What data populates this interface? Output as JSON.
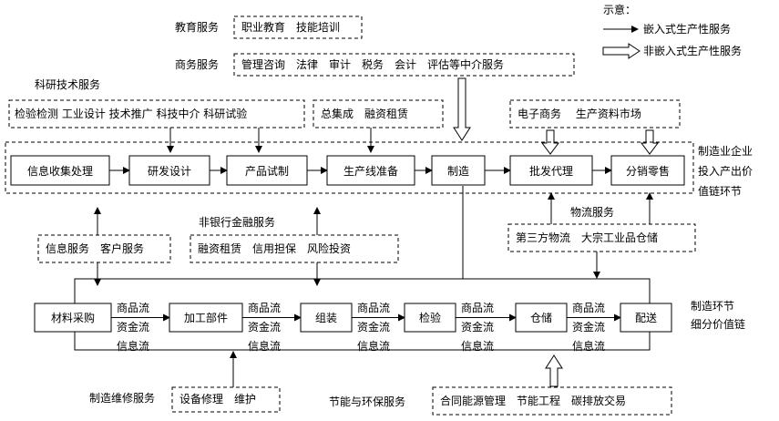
{
  "legend": {
    "title": "示意：",
    "embedded": "嵌入式生产性服务",
    "non_embedded": "非嵌入式生产性服务"
  },
  "top_services": {
    "education": {
      "label": "教育服务",
      "content": "职业教育　技能培训"
    },
    "business": {
      "label": "商务服务",
      "content": "管理咨询　法律　审计　税务　会计　评估等中介服务"
    },
    "research": {
      "label": "科研技术服务",
      "content": "检验检测  工业设计  技术推广  科技中介  科研试验"
    },
    "integration": {
      "content": "总集成　融资租赁"
    },
    "commerce": {
      "content": "电子商务　 生产资料市场"
    }
  },
  "value_chain": {
    "label_lines": [
      "制造业企业",
      "投入产出价",
      "值链环节"
    ],
    "stages": [
      "信息收集处理",
      "研发设计",
      "产品试制",
      "生产线准备",
      "制造",
      "批发代理",
      "分销零售"
    ]
  },
  "middle_services": {
    "finance": {
      "label": "非银行金融服务",
      "content": "融资租赁　信用担保　风险投资"
    },
    "info": {
      "content": "信息服务　客户服务"
    },
    "logistics": {
      "label": "物流服务",
      "content": "第三方物流　大宗工业品仓储"
    }
  },
  "manufacturing_chain": {
    "label_lines": [
      "制造环节",
      "细分价值链"
    ],
    "stages": [
      "材料采购",
      "加工部件",
      "组装",
      "检验",
      "仓储",
      "配送"
    ],
    "flows": [
      "商品流",
      "资金流",
      "信息流"
    ]
  },
  "bottom_services": {
    "maintenance": {
      "label": "制造维修服务",
      "content": "设备修理　维护"
    },
    "energy": {
      "label": "节能与环保服务",
      "content": "合同能源管理　节能工程　碳排放交易"
    }
  }
}
